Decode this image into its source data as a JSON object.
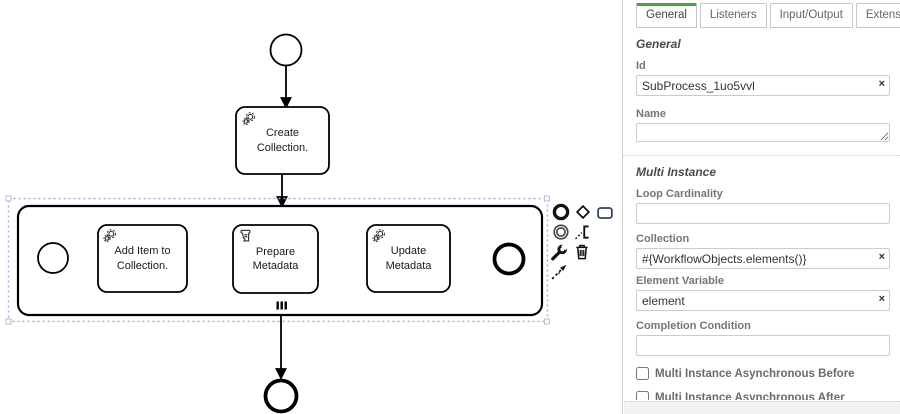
{
  "icons": {
    "clear": "×"
  },
  "diagram": {
    "tasks": [
      {
        "label": "Create Collection.",
        "type": "service"
      },
      {
        "label": "Add Item to Collection.",
        "type": "service"
      },
      {
        "label": "Prepare Metadata",
        "type": "script"
      },
      {
        "label": "Update Metadata",
        "type": "service"
      }
    ],
    "subprocess": {
      "marker": "parallel-multi-instance",
      "selected": true
    },
    "selection_color": "#a5a9e0",
    "stroke_color": "#000000",
    "context_pad_items": [
      "append-end-event",
      "append-gateway",
      "append-task",
      "append-intermediate-event",
      "append-text-annotation",
      "change-type-wrench",
      "delete-trash",
      "connect-tool"
    ]
  },
  "panel": {
    "accent_color": "#46a546",
    "tabs": [
      {
        "label": "General",
        "active": true
      },
      {
        "label": "Listeners",
        "active": false
      },
      {
        "label": "Input/Output",
        "active": false
      },
      {
        "label": "Extensions",
        "active": false
      }
    ],
    "general_section": {
      "heading": "General",
      "id_label": "Id",
      "id_value": "SubProcess_1uo5vvl",
      "name_label": "Name",
      "name_value": ""
    },
    "multi_instance_section": {
      "heading": "Multi Instance",
      "loop_cardinality_label": "Loop Cardinality",
      "loop_cardinality_value": "",
      "collection_label": "Collection",
      "collection_value": "#{WorkflowObjects.elements()}",
      "element_variable_label": "Element Variable",
      "element_variable_value": "element",
      "completion_condition_label": "Completion Condition",
      "completion_condition_value": "",
      "async_before_label": "Multi Instance Asynchronous Before",
      "async_after_label": "Multi Instance Asynchronous After"
    }
  }
}
